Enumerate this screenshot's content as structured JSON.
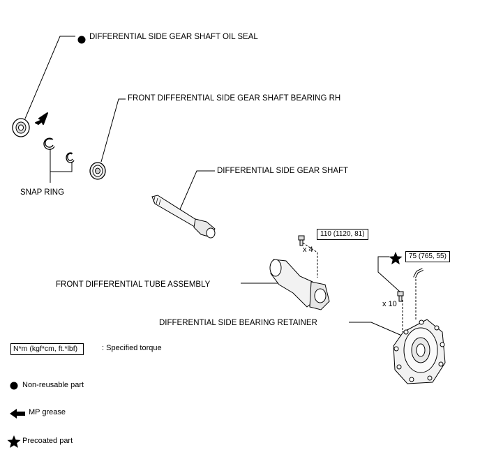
{
  "labels": {
    "oil_seal": "DIFFERENTIAL SIDE GEAR SHAFT OIL SEAL",
    "bearing_rh": "FRONT DIFFERENTIAL SIDE GEAR SHAFT BEARING RH",
    "side_gear_shaft": "DIFFERENTIAL SIDE GEAR SHAFT",
    "snap_ring": "SNAP RING",
    "tube_assembly": "FRONT DIFFERENTIAL TUBE ASSEMBLY",
    "bearing_retainer": "DIFFERENTIAL SIDE BEARING RETAINER"
  },
  "torque": {
    "tube_bolt": "110 (1120, 81)",
    "tube_bolt_qty": "x 4",
    "retainer_bolt": "75 (765, 55)",
    "retainer_bolt_qty": "x 10"
  },
  "legend": {
    "torque_box": "N*m (kgf*cm, ft.*lbf)",
    "torque_desc": ": Specified torque",
    "non_reusable": "Non-reusable part",
    "mp_grease": "MP grease",
    "precoated": "Precoated part"
  }
}
